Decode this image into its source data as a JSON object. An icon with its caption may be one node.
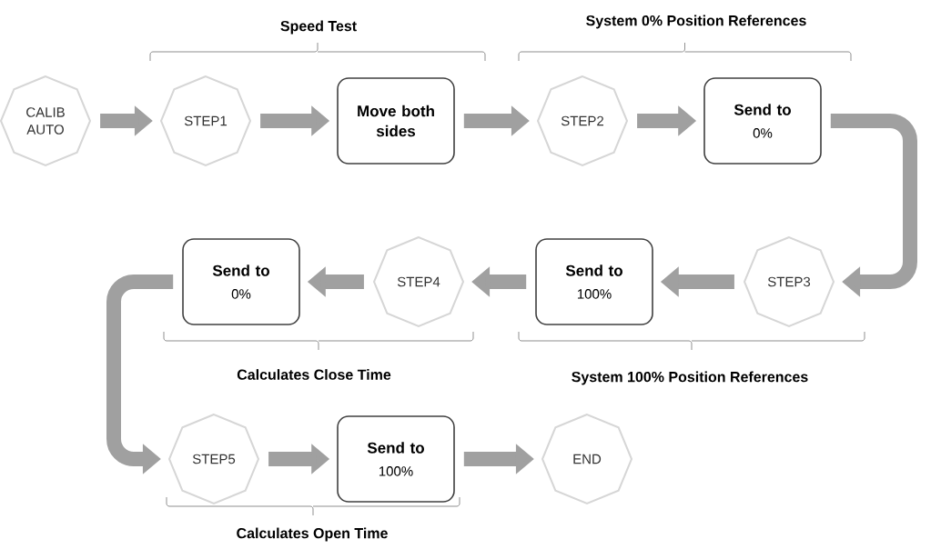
{
  "diagram": {
    "nodes": [
      {
        "text": [
          "CALIB AUTO"
        ]
      },
      {
        "text": [
          "STEP1"
        ]
      },
      {
        "text": [
          "Move both sides"
        ]
      },
      {
        "text": [
          "STEP2"
        ]
      },
      {
        "text": [
          "Send to",
          "0%"
        ]
      },
      {
        "text": [
          "STEP3"
        ]
      },
      {
        "text": [
          "Send to",
          "100%"
        ]
      },
      {
        "text": [
          "STEP4"
        ]
      },
      {
        "text": [
          "Send to",
          "0%"
        ]
      },
      {
        "text": [
          "STEP5"
        ]
      },
      {
        "text": [
          "Send to",
          "100%"
        ]
      },
      {
        "text": [
          "END"
        ]
      }
    ],
    "edges": [
      {
        "from": 0,
        "to": 1,
        "arrow": "to"
      },
      {
        "from": 1,
        "to": 2,
        "arrow": "to"
      },
      {
        "from": 2,
        "to": 3,
        "arrow": "to"
      },
      {
        "from": 3,
        "to": 4,
        "arrow": "to"
      },
      {
        "from": 4,
        "to": 5,
        "arrow": "to"
      },
      {
        "from": 5,
        "to": 6,
        "arrow": "to"
      },
      {
        "from": 6,
        "to": 7,
        "arrow": "to"
      },
      {
        "from": 7,
        "to": 8,
        "arrow": "to"
      },
      {
        "from": 8,
        "to": 9,
        "arrow": "to"
      },
      {
        "from": 9,
        "to": 10,
        "arrow": "to"
      },
      {
        "from": 10,
        "to": 11,
        "arrow": "to"
      }
    ],
    "labels": [
      "Speed Test",
      "System 0% Position References",
      "Calculates Close Time",
      "System 100% Position References",
      "Calculates Open Time"
    ]
  }
}
